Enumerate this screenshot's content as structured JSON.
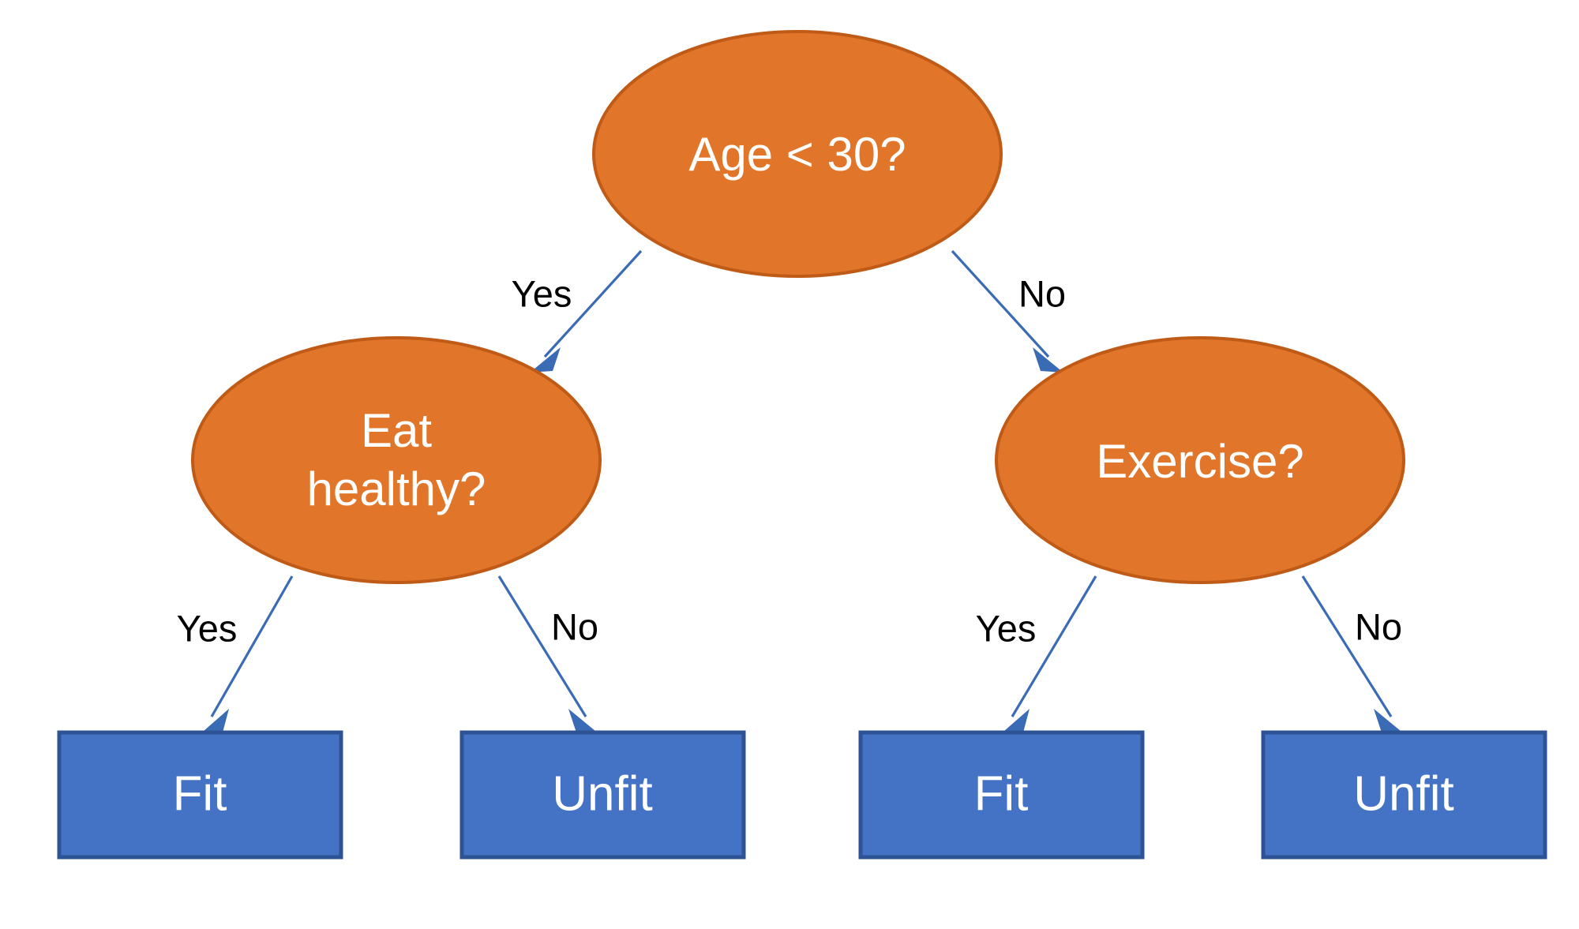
{
  "diagram": {
    "type": "decision-tree",
    "background_color": "#FFFFFF",
    "palette": {
      "decision_fill": "#E1762B",
      "decision_stroke": "#BF5B17",
      "decision_text": "#FFFFFF",
      "leaf_fill": "#4472C4",
      "leaf_stroke": "#2E5395",
      "leaf_text": "#FFFFFF",
      "edge_color": "#3A6BB5",
      "edge_label_color": "#000000"
    },
    "nodes": {
      "root": {
        "id": "age",
        "shape": "ellipse",
        "label": "Age < 30?",
        "label_lines": [
          "Age < 30?"
        ]
      },
      "eat_healthy": {
        "id": "eat-healthy",
        "shape": "ellipse",
        "label": "Eat healthy?",
        "label_lines": [
          "Eat",
          "healthy?"
        ],
        "line1": "Eat",
        "line2": "healthy?"
      },
      "exercise": {
        "id": "exercise",
        "shape": "ellipse",
        "label": "Exercise?",
        "label_lines": [
          "Exercise?"
        ]
      },
      "leaf_fit_left": {
        "id": "fit-left",
        "shape": "rectangle",
        "label": "Fit"
      },
      "leaf_unfit_left": {
        "id": "unfit-left",
        "shape": "rectangle",
        "label": "Unfit"
      },
      "leaf_fit_right": {
        "id": "fit-right",
        "shape": "rectangle",
        "label": "Fit"
      },
      "leaf_unfit_right": {
        "id": "unfit-right",
        "shape": "rectangle",
        "label": "Unfit"
      }
    },
    "edges": [
      {
        "id": "age-yes",
        "from": "age",
        "to": "eat-healthy",
        "label": "Yes"
      },
      {
        "id": "age-no",
        "from": "age",
        "to": "exercise",
        "label": "No"
      },
      {
        "id": "eat-healthy-yes",
        "from": "eat-healthy",
        "to": "fit-left",
        "label": "Yes"
      },
      {
        "id": "eat-healthy-no",
        "from": "eat-healthy",
        "to": "unfit-left",
        "label": "No"
      },
      {
        "id": "exercise-yes",
        "from": "exercise",
        "to": "fit-right",
        "label": "Yes"
      },
      {
        "id": "exercise-no",
        "from": "exercise",
        "to": "unfit-right",
        "label": "No"
      }
    ]
  }
}
